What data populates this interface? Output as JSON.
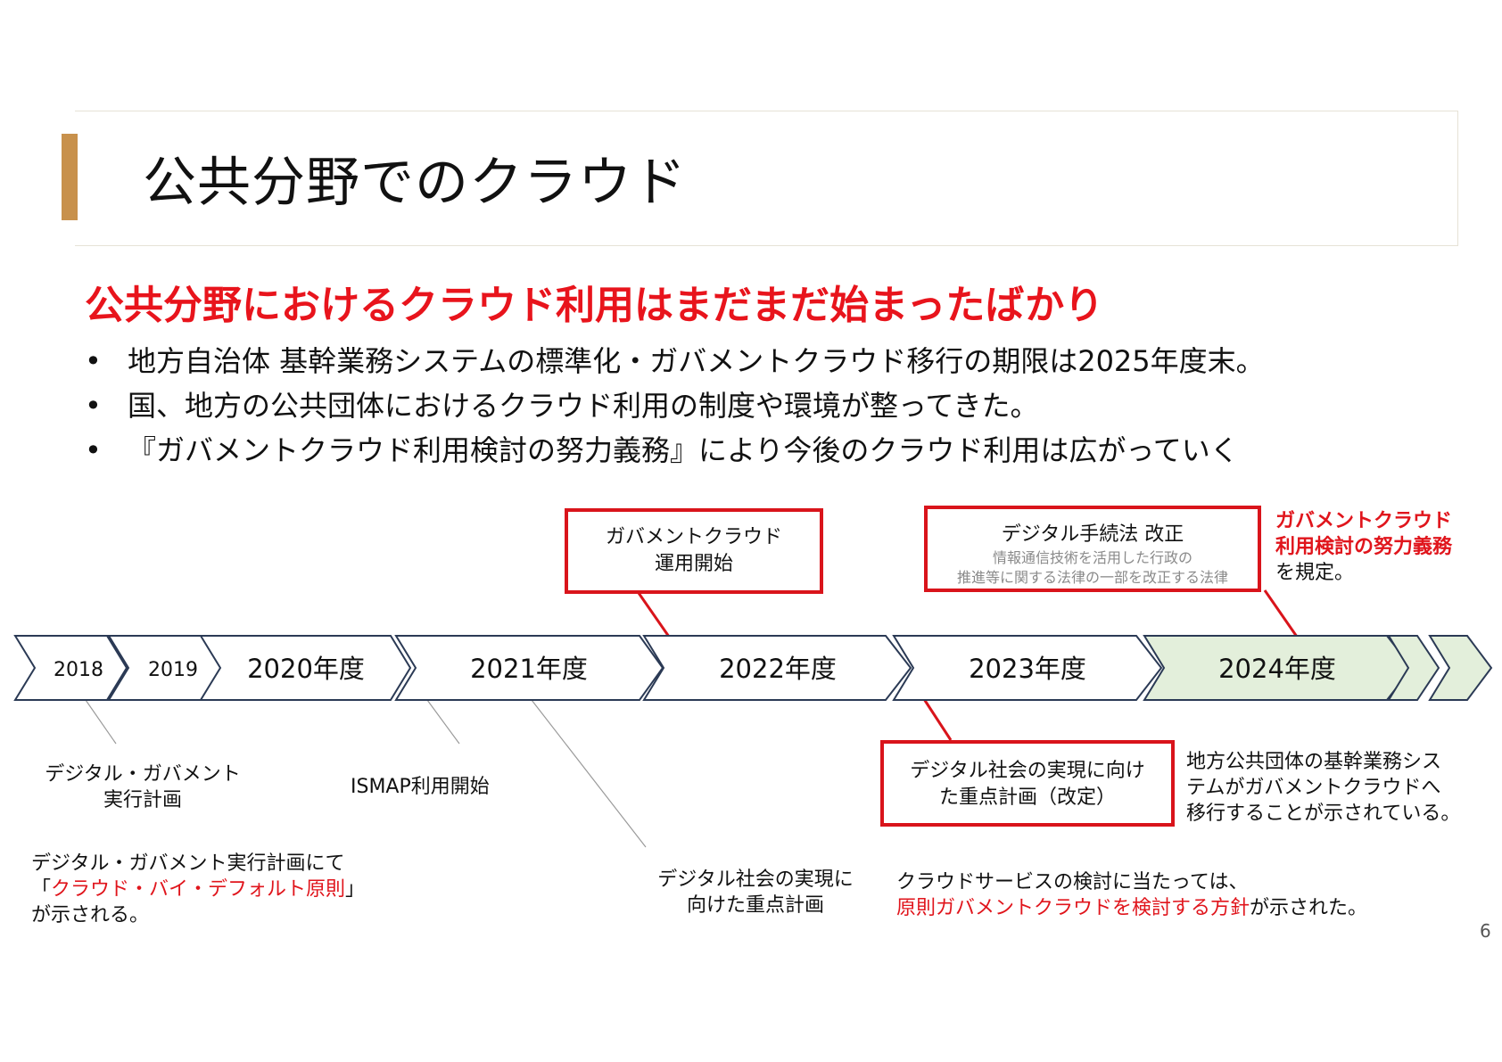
{
  "slide": {
    "title": "公共分野でのクラウド",
    "headline": "公共分野におけるクラウド利用はまだまだ始まったばかり",
    "bullets": [
      {
        "marker": "•",
        "text": "地方自治体 基幹業務システムの標準化・ガバメントクラウド移行の期限は2025年度末。"
      },
      {
        "marker": "•",
        "text": "国、地方の公共団体におけるクラウド利用の制度や環境が整ってきた。"
      },
      {
        "marker": "•",
        "text": "『ガバメントクラウド利用検討の努力義務』により今後のクラウド利用は広がっていく"
      }
    ],
    "page_number": "6"
  },
  "timeline": {
    "stages": [
      "2018",
      "2019",
      "2020年度",
      "2021年度",
      "2022年度",
      "2023年度",
      "2024年度"
    ],
    "highlight_stage": "2024年度",
    "colors": {
      "stroke": "#2b3a55",
      "highlight_fill": "#e3efdb",
      "connector_red": "#d9141b",
      "connector_gray": "#9a9a9a"
    }
  },
  "events": {
    "gov_cloud_start": {
      "line1": "ガバメントクラウド",
      "line2": "運用開始"
    },
    "digital_procedure_law": {
      "title": "デジタル手続法 改正",
      "sub1": "情報通信技術を活用した行政の",
      "sub2": "推進等に関する法律の一部を改正する法律"
    },
    "effort_obligation": {
      "line1": "ガバメントクラウド",
      "line2": "利用検討の努力義務",
      "line3": "を規定。"
    },
    "digital_gov_plan": {
      "line1": "デジタル・ガバメント",
      "line2": "実行計画"
    },
    "cloud_by_default": {
      "line1": "デジタル・ガバメント実行計画にて",
      "line2_open": "「",
      "line2_red": "クラウド・バイ・デフォルト原則",
      "line2_close": "」",
      "line3": "が示される。"
    },
    "ismap_start": {
      "text": "ISMAP利用開始"
    },
    "priority_plan": {
      "line1": "デジタル社会の実現に",
      "line2": "向けた重点計画"
    },
    "priority_plan_revised": {
      "line1": "デジタル社会の実現に向け",
      "line2": "た重点計画（改定）"
    },
    "local_migration": {
      "line1": "地方公共団体の基幹業務シス",
      "line2": "テムがガバメントクラウドへ",
      "line3": "移行することが示されている。"
    },
    "cloud_service_policy": {
      "line1": "クラウドサービスの検討に当たっては、",
      "line2_red": "原則ガバメントクラウドを検討する方針",
      "line2_rest": "が示された。"
    }
  }
}
